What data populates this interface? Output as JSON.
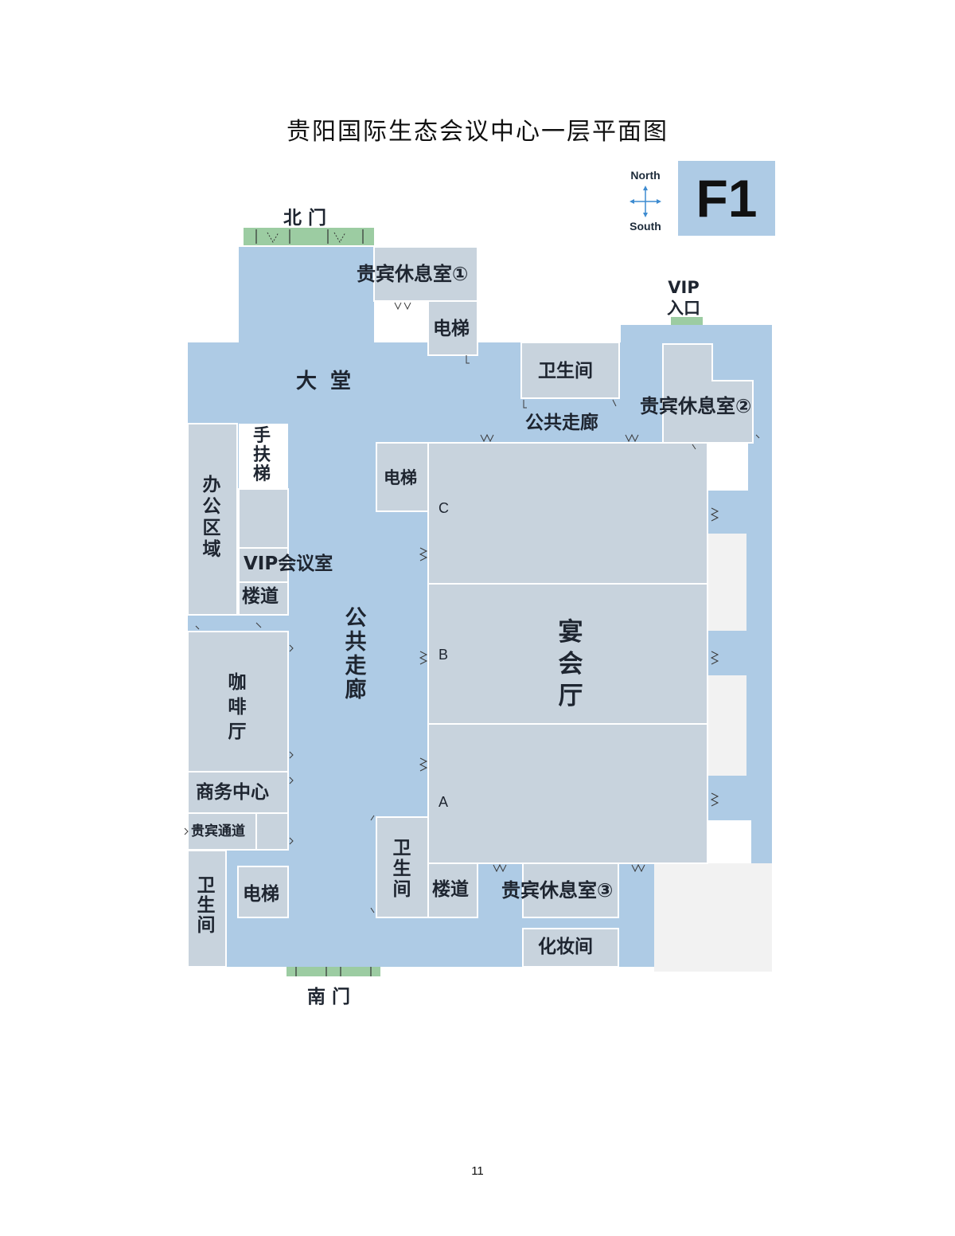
{
  "title": "贵阳国际生态会议中心一层平面图",
  "floor": "F1",
  "compass": {
    "north": "North",
    "south": "South"
  },
  "entrances": {
    "north_gate": "北 门",
    "south_gate": "南 门",
    "vip_entrance": "VIP\n入口"
  },
  "rooms": {
    "vip_lounge_1": "贵宾休息室①",
    "vip_lounge_2": "贵宾休息室②",
    "vip_lounge_3": "贵宾休息室③",
    "elevator_north": "电梯",
    "elevator_mid": "电梯",
    "elevator_south": "电梯",
    "lobby": "大 堂",
    "restroom_north": "卫生间",
    "corridor_north": "公共走廊",
    "corridor_main": "公共走廊",
    "escalator": "手扶梯",
    "office": "办公区域",
    "vip_meeting": "VIP会议室",
    "stairs_west": "楼道",
    "stairs_south": "楼道",
    "cafe": "咖啡厅",
    "business_center": "商务中心",
    "vip_passage": "贵宾通道",
    "restroom_southwest": "卫生间",
    "restroom_center": "卫生间",
    "banquet_hall": "宴会厅",
    "makeup_room": "化妆间"
  },
  "banquet_sections": [
    "C",
    "B",
    "A"
  ],
  "page_number": "11",
  "colors": {
    "corridor": "#aecbe5",
    "room": "#c8d3dd",
    "door": "#9ccca2",
    "empty": "#f2f2f2",
    "text": "#1e2530"
  }
}
